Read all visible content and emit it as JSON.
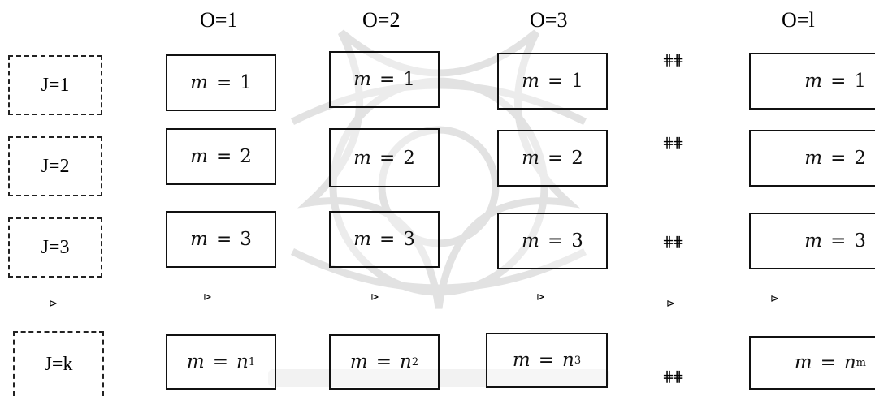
{
  "columns": {
    "o1": "O=1",
    "o2": "O=2",
    "o3": "O=3",
    "ol": "O=l"
  },
  "rows": {
    "j1": "J=1",
    "j2": "J=2",
    "j3": "J=3",
    "jk": "J=k"
  },
  "cells": {
    "m": "m",
    "eq": "=",
    "v1": "1",
    "v2": "2",
    "v3": "3",
    "n": "n",
    "sub1": "1",
    "sub2": "2",
    "sub3": "3",
    "subm": "m"
  },
  "markers": {
    "vertical": "⊳",
    "horizontal": "⋕⋕"
  }
}
